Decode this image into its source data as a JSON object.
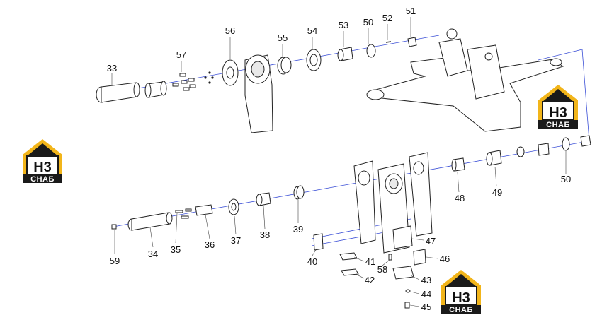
{
  "colors": {
    "axis": "#3b4fd6",
    "logo_accent": "#f2b51a",
    "logo_dark": "#1a1a1a"
  },
  "labels": {
    "p33": "33",
    "p57": "57",
    "p56": "56",
    "p55": "55",
    "p54": "54",
    "p53": "53",
    "p50a": "50",
    "p52": "52",
    "p51": "51",
    "p48": "48",
    "p49": "49",
    "p50b": "50",
    "p59": "59",
    "p34": "34",
    "p35": "35",
    "p36": "36",
    "p37": "37",
    "p38": "38",
    "p39": "39",
    "p40": "40",
    "p47": "47",
    "p46": "46",
    "p41": "41",
    "p58": "58",
    "p42": "42",
    "p43": "43",
    "p44": "44",
    "p45": "45"
  },
  "logo": {
    "mark": "H3",
    "caption": "СНАБ"
  }
}
